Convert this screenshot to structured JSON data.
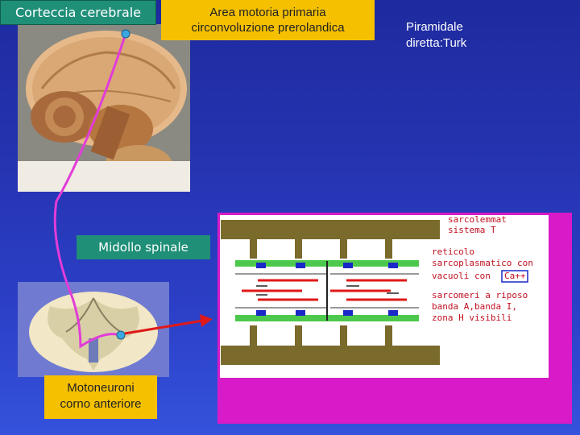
{
  "labels": {
    "cortex": "Corteccia cerebrale",
    "motor_area_line1": "Area motoria primaria",
    "motor_area_line2": "circonvoluzione prerolandica",
    "pyramidal_line1": "Piramidale",
    "pyramidal_line2": "diretta:Turk",
    "spinal_cord": "Midollo spinale",
    "motoneurons_line1": "Motoneuroni",
    "motoneurons_line2": "corno anteriore"
  },
  "muscle_annotations": {
    "line1": "sarcolemmat",
    "line2": "sistema T",
    "line3": "reticolo",
    "line4": "sarcoplasmatico con",
    "line5a": "vacuoli con",
    "line5b": "Ca++",
    "line6": "sarcomeri a riposo",
    "line7": "banda A,banda I,",
    "line8": "zona H visibili"
  },
  "colors": {
    "cortex_label_bg": "#1f8f78",
    "motor_label_bg": "#f5c000",
    "pathway": "#e23cd8",
    "neuron_dot": "#3aa8e0",
    "arrow": "#e01818",
    "muscle_frame": "#d81ac8"
  }
}
